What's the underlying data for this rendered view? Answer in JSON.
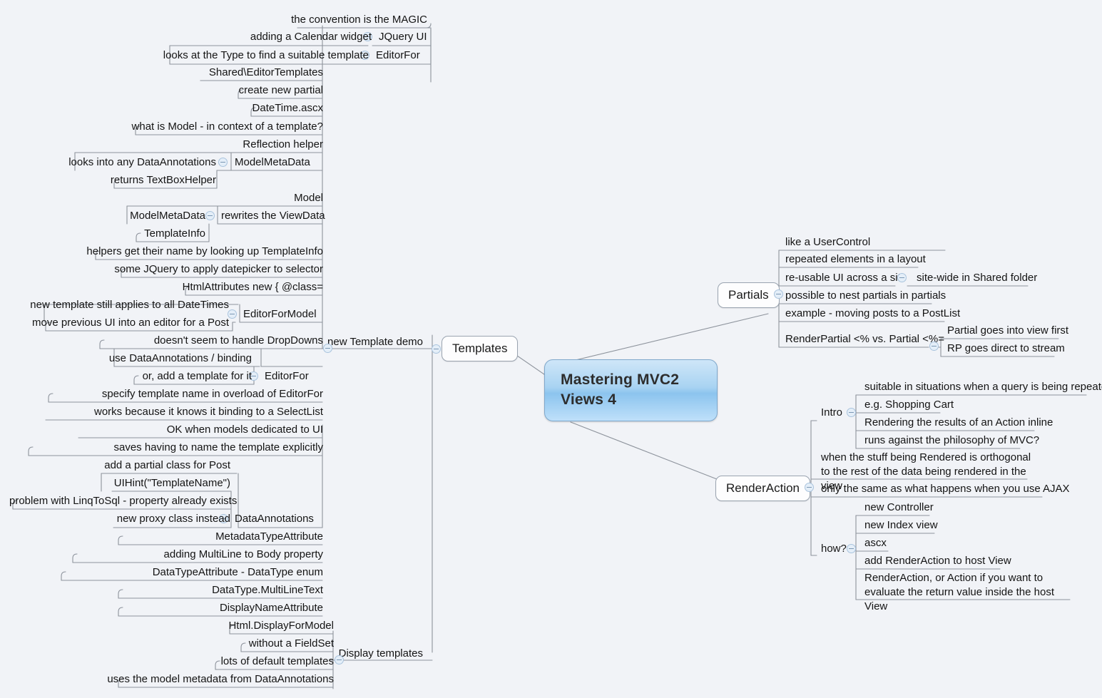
{
  "app": {
    "type": "mind-map",
    "background": "#f1f3f7",
    "accent": "#8cc4ee"
  },
  "root": {
    "line1": "Mastering MVC2",
    "line2": "Views 4"
  },
  "branches": {
    "templates": {
      "label": "Templates"
    },
    "partials": {
      "label": "Partials"
    },
    "renderaction": {
      "label": "RenderAction"
    }
  },
  "templates": {
    "new_template_demo": {
      "label": "new Template demo"
    },
    "display_templates": {
      "label": "Display templates"
    },
    "groups": {
      "jquery_ui": {
        "label": "JQuery UI"
      },
      "editorfor_top": {
        "label": "EditorFor"
      },
      "modelmetadata": {
        "label": "ModelMetaData"
      },
      "rewrites_viewdata": {
        "label": "rewrites the ViewData"
      },
      "editorformodel": {
        "label": "EditorForModel"
      },
      "editorfor": {
        "label": "EditorFor"
      },
      "dataannotations": {
        "label": "DataAnnotations"
      }
    },
    "jquery_ui_children": [
      "the convention is the MAGIC",
      "adding a Calendar widget"
    ],
    "editorfor_top_children": [
      "looks at the Type to find a suitable template"
    ],
    "loose_top": [
      "Shared\\EditorTemplates",
      "create new partial",
      "DateTime.ascx",
      "what is Model - in context of a template?",
      "Reflection helper"
    ],
    "modelmetadata_children": [
      "looks into any DataAnnotations",
      "returns TextBoxHelper"
    ],
    "loose_mid": [
      "Model"
    ],
    "rewrites_viewdata_children": [
      "ModelMetaData",
      "TemplateInfo"
    ],
    "loose_mid2": [
      "helpers get their name by looking up TemplateInfo",
      "some JQuery to apply datepicker to selector",
      "HtmlAttributes new { @class="
    ],
    "editorformodel_children": [
      "new template still applies to all DateTimes",
      "move previous UI into an editor for a Post"
    ],
    "loose_mid3": [
      "doesn't seem to handle DropDowns"
    ],
    "editorfor_children": [
      "use DataAnnotations / binding",
      "or, add a template for it"
    ],
    "loose_mid4": [
      "specify template name in overload of EditorFor",
      "works because it knows it binding to a SelectList",
      "OK when models dedicated to UI",
      "saves having to name the template explicitly"
    ],
    "dataannotations_children": [
      "add a partial class for Post",
      "UIHint(\"TemplateName\")",
      "problem with LinqToSql - property already exists",
      "new proxy class instead"
    ],
    "loose_bottom": [
      "MetadataTypeAttribute",
      "adding MultiLine to Body property",
      "DataTypeAttribute - DataType enum",
      "DataType.MultiLineText",
      "DisplayNameAttribute"
    ],
    "display_templates_children": [
      "Html.DisplayForModel",
      "without a FieldSet",
      "lots of default templates",
      "uses the model metadata from DataAnnotations"
    ]
  },
  "partials": {
    "children": [
      "like a UserControl",
      "repeated elements in a layout",
      "re-usable UI across a site",
      "possible to nest partials in partials",
      "example - moving posts to a PostList",
      "RenderPartial <% vs. Partial <%="
    ],
    "site_wide": "site-wide in Shared folder",
    "renderpartial_children": [
      "Partial goes into view first",
      "RP goes direct to stream"
    ]
  },
  "renderaction": {
    "intro": {
      "label": "Intro"
    },
    "how": {
      "label": "how?"
    },
    "intro_children": [
      "suitable in situations when a query is being repeated",
      "e.g. Shopping Cart",
      "Rendering the results of an Action inline",
      "runs against the philosophy of MVC?"
    ],
    "direct_children": [
      "when the stuff being Rendered is orthogonal to the rest of the data being rendered in the view",
      "only the same as what happens when you use AJAX"
    ],
    "how_children": [
      "new Controller",
      "new Index view",
      "ascx",
      "add RenderAction to host View",
      "RenderAction, or Action if you want to evaluate the return value inside the host View"
    ]
  }
}
